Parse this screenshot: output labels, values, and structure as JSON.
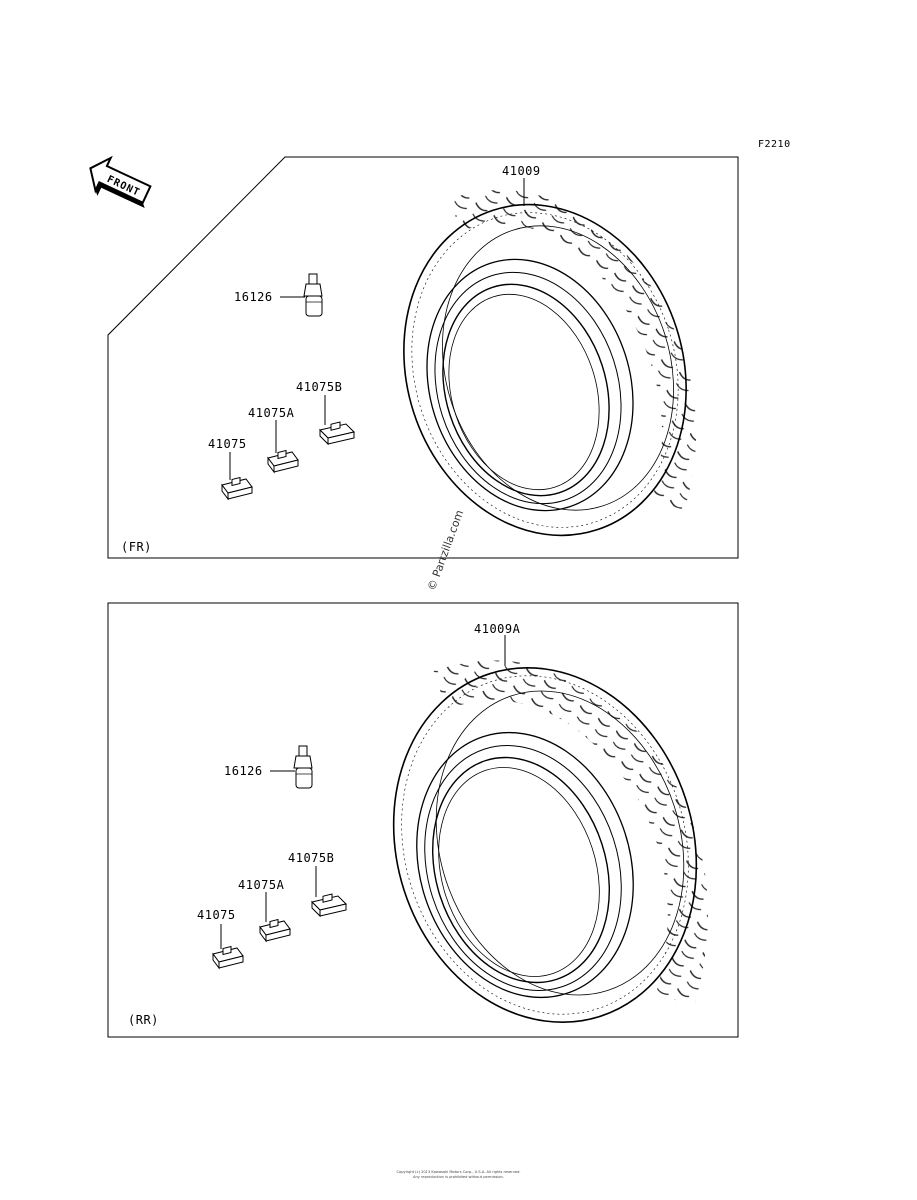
{
  "figure_code": "F2210",
  "front_arrow": "FRONT",
  "front_panel": {
    "section": "(FR)",
    "tire": "41009",
    "valve": "16126",
    "weights": [
      "41075",
      "41075A",
      "41075B"
    ]
  },
  "rear_panel": {
    "section": "(RR)",
    "tire": "41009A",
    "valve": "16126",
    "weights": [
      "41075",
      "41075A",
      "41075B"
    ]
  },
  "watermark": "© Partzilla.com",
  "footer": {
    "line1": "Copyright (c) 2013 Kawasaki Motors Corp., U.S.A. All rights reserved.",
    "line2": "Any reproduction is prohibited without permission."
  }
}
